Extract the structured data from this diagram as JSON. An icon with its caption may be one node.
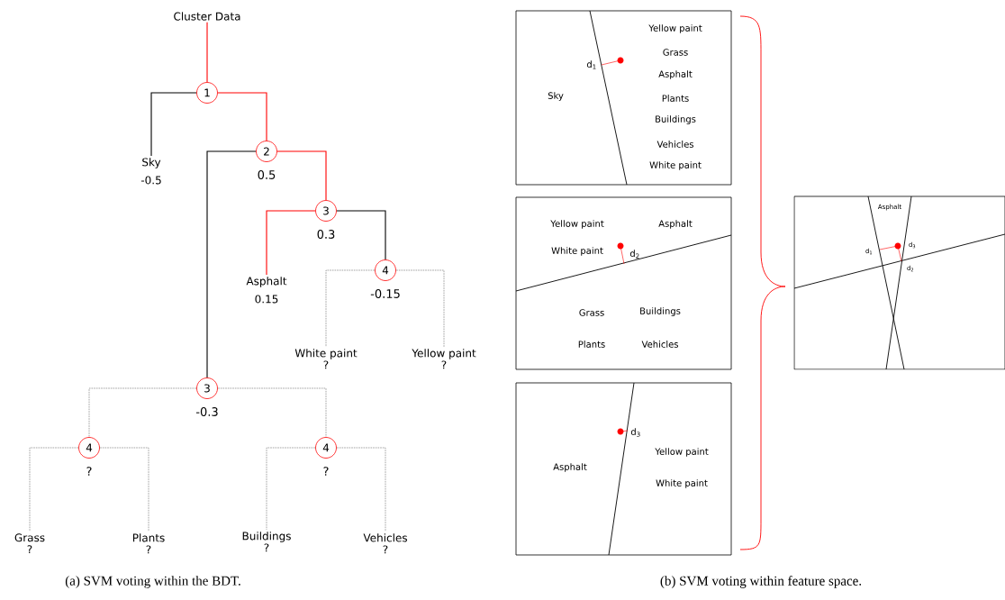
{
  "diagram": {
    "nodes": [
      {
        "text": [
          "Cluster Data"
        ]
      },
      {
        "text": [
          "1"
        ]
      },
      {
        "text": [
          "Sky",
          "-0.5"
        ]
      },
      {
        "text": [
          "2"
        ],
        "beside": [
          "0.5"
        ]
      },
      {
        "text": [
          "3"
        ],
        "beside": [
          "0.3"
        ]
      },
      {
        "text": [
          "Asphalt",
          "0.15"
        ]
      },
      {
        "text": [
          "4"
        ],
        "beside": [
          "-0.15"
        ]
      },
      {
        "text": [
          "White paint",
          "?"
        ]
      },
      {
        "text": [
          "Yellow paint",
          "?"
        ]
      },
      {
        "text": [
          "3"
        ],
        "beside": [
          "-0.3"
        ]
      },
      {
        "text": [
          "4"
        ],
        "beside": [
          "?"
        ]
      },
      {
        "text": [
          "4"
        ],
        "beside": [
          "?"
        ]
      },
      {
        "text": [
          "Grass",
          "?"
        ]
      },
      {
        "text": [
          "Plants",
          "?"
        ]
      },
      {
        "text": [
          "Buildings",
          "?"
        ]
      },
      {
        "text": [
          "Vehicles",
          "?"
        ]
      },
      {
        "text": [
          "Yellow paint",
          "Grass",
          "d$_{1}$",
          "Asphalt",
          "Sky",
          "Plants",
          "Buildings",
          "Vehicles",
          "White paint"
        ]
      },
      {
        "text": [
          "Yellow paint",
          "Asphalt",
          "White paint",
          "d$_{2}$",
          "Grass",
          "Buildings",
          "Plants",
          "Vehicles"
        ]
      },
      {
        "text": [
          "d$_{3}$",
          "Yellow paint",
          "Asphalt",
          "White paint"
        ]
      },
      {
        "text": [
          "Asphalt",
          "d$_{1}$",
          "d$_{3}$",
          "d$_{2}$"
        ]
      }
    ],
    "edges": [
      {
        "from": 0,
        "to": 1,
        "arrow": "none",
        "color": "#ff0000"
      },
      {
        "from": 1,
        "to": 2,
        "arrow": "none"
      },
      {
        "from": 1,
        "to": 3,
        "arrow": "none",
        "color": "#ff0000"
      },
      {
        "from": 3,
        "to": 9,
        "arrow": "none"
      },
      {
        "from": 3,
        "to": 4,
        "arrow": "none",
        "color": "#ff0000"
      },
      {
        "from": 4,
        "to": 5,
        "arrow": "none",
        "color": "#ff0000"
      },
      {
        "from": 4,
        "to": 6,
        "arrow": "none"
      },
      {
        "from": 6,
        "to": 7,
        "arrow": "none",
        "style": "dashed"
      },
      {
        "from": 6,
        "to": 8,
        "arrow": "none",
        "style": "dashed"
      },
      {
        "from": 9,
        "to": 10,
        "arrow": "none",
        "style": "dashed"
      },
      {
        "from": 9,
        "to": 11,
        "arrow": "none",
        "style": "dashed"
      },
      {
        "from": 10,
        "to": 12,
        "arrow": "none",
        "style": "dashed"
      },
      {
        "from": 10,
        "to": 13,
        "arrow": "none",
        "style": "dashed"
      },
      {
        "from": 11,
        "to": 14,
        "arrow": "none",
        "style": "dashed"
      },
      {
        "from": 11,
        "to": 15,
        "arrow": "none",
        "style": "dashed"
      }
    ],
    "labels": [
      "(a) SVM voting within the BDT.",
      "(b) SVM voting within feature space."
    ]
  }
}
